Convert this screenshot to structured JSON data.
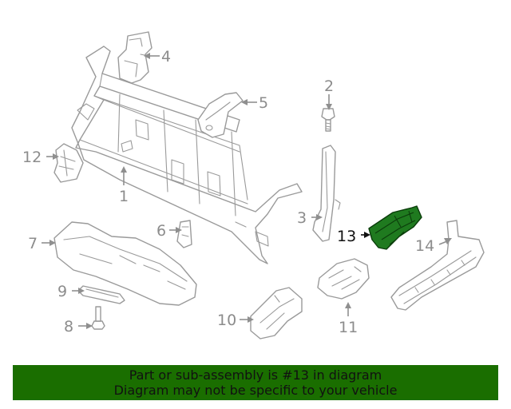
{
  "diagram": {
    "callouts": {
      "c1": "1",
      "c2": "2",
      "c3": "3",
      "c4": "4",
      "c5": "5",
      "c6": "6",
      "c7": "7",
      "c8": "8",
      "c9": "9",
      "c10": "10",
      "c11": "11",
      "c12": "12",
      "c13": "13",
      "c14": "14"
    },
    "highlighted_part": "13",
    "highlight_color": "#1f7a1f"
  },
  "banner": {
    "line1": "Part or sub-assembly is #13 in diagram",
    "line2": "Diagram may not be specific to your vehicle",
    "background": "#1a6e00"
  }
}
